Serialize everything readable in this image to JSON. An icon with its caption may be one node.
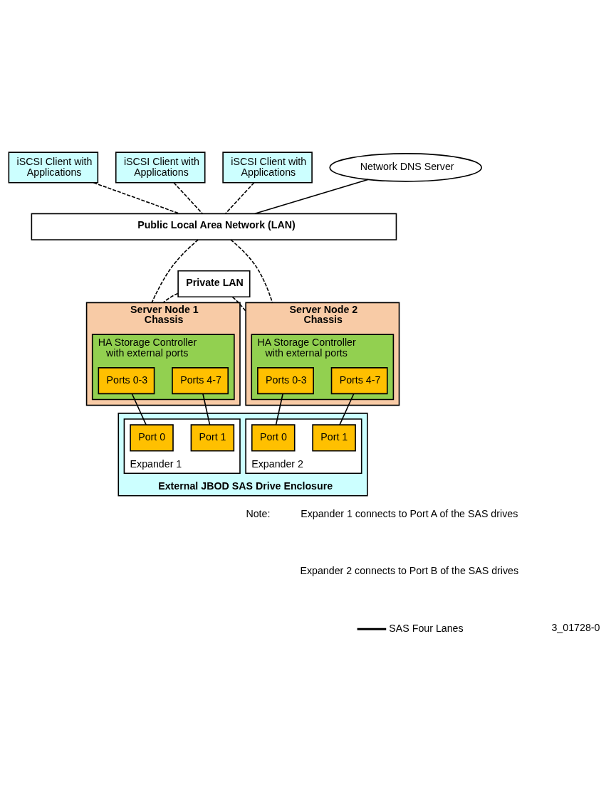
{
  "diagram": {
    "nodes": [
      {
        "text": [
          "iSCSI Client with Applications"
        ]
      },
      {
        "text": [
          "iSCSI Client with Applications"
        ]
      },
      {
        "text": [
          "iSCSI Client with Applications"
        ]
      },
      {
        "text": [
          "Network DNS Server"
        ]
      },
      {
        "text": [
          "Public Local Area Network (LAN)"
        ]
      },
      {
        "text": [
          "Private LAN"
        ]
      },
      {
        "text": [
          "Server Node 1 Chassis"
        ]
      },
      {
        "text": [
          "HA Storage Controller with external ports"
        ],
        "in": 6
      },
      {
        "text": [
          "Ports 0-3"
        ],
        "in": 7
      },
      {
        "text": [
          "Ports 4-7"
        ],
        "in": 7
      },
      {
        "text": [
          "Server Node 2 Chassis"
        ]
      },
      {
        "text": [
          "HA Storage Controller with external ports"
        ],
        "in": 10
      },
      {
        "text": [
          "Ports 0-3"
        ],
        "in": 11
      },
      {
        "text": [
          "Ports 4-7"
        ],
        "in": 11
      },
      {
        "text": [
          "External JBOD SAS Drive Enclosure"
        ]
      },
      {
        "text": [
          "Expander 1"
        ],
        "in": 14
      },
      {
        "text": [
          "Port 0"
        ],
        "in": 15
      },
      {
        "text": [
          "Port 1"
        ],
        "in": 15
      },
      {
        "text": [
          "Expander 2"
        ],
        "in": 14
      },
      {
        "text": [
          "Port 0"
        ],
        "in": 18
      },
      {
        "text": [
          "Port 1"
        ],
        "in": 18
      }
    ],
    "edges": [
      {
        "from": 0,
        "to": 4,
        "arrow": "none",
        "style": "dashed"
      },
      {
        "from": 1,
        "to": 4,
        "arrow": "none",
        "style": "dashed"
      },
      {
        "from": 2,
        "to": 4,
        "arrow": "none",
        "style": "dashed"
      },
      {
        "from": 3,
        "to": 4,
        "arrow": "none"
      },
      {
        "from": 4,
        "to": 6,
        "arrow": "none",
        "style": "dashed"
      },
      {
        "from": 5,
        "to": 6,
        "arrow": "none",
        "style": "dashed"
      },
      {
        "from": 5,
        "to": 10,
        "arrow": "none",
        "style": "dashed"
      },
      {
        "from": 4,
        "to": 10,
        "arrow": "none",
        "style": "dashed"
      },
      {
        "from": 8,
        "to": 16,
        "arrow": "none"
      },
      {
        "from": 9,
        "to": 17,
        "arrow": "none"
      },
      {
        "from": 12,
        "to": 19,
        "arrow": "none"
      },
      {
        "from": 13,
        "to": 20,
        "arrow": "none"
      }
    ],
    "labels": [
      "Note:",
      "Expander 1 connects to Port A of the SAS drives",
      "Expander 2 connects to Port B of the SAS drives",
      "3_01728-0"
    ],
    "legend": [
      {
        "text": "SAS Four Lanes"
      }
    ]
  }
}
